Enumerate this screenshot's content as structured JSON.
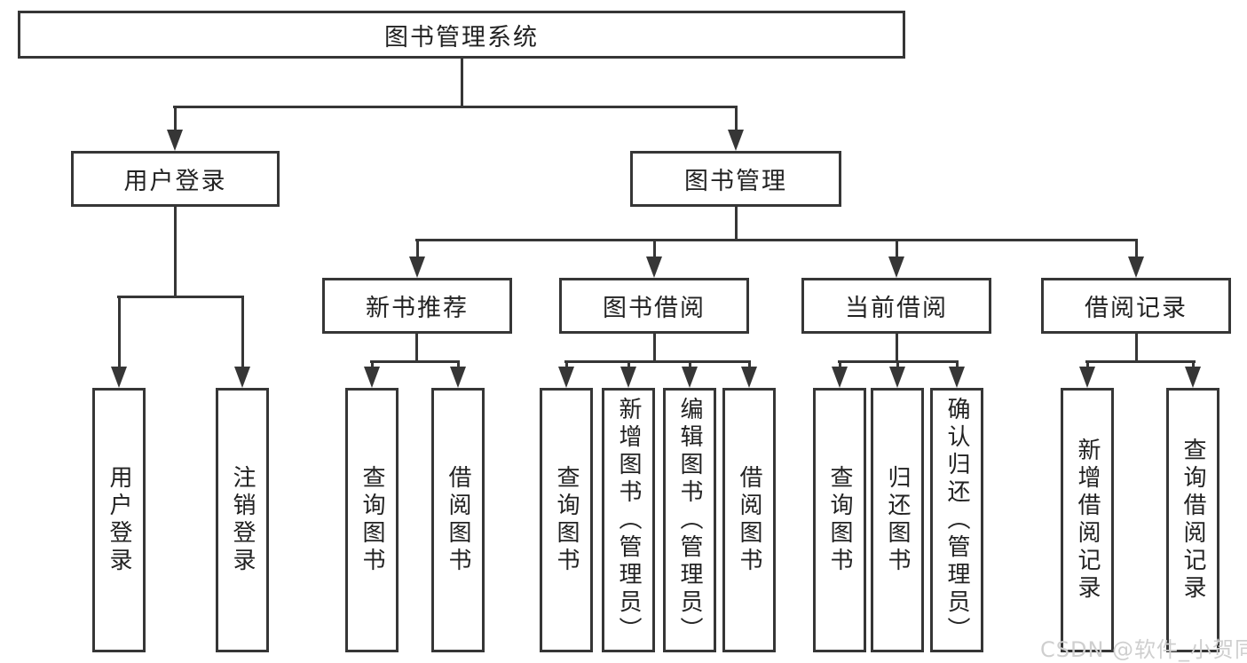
{
  "tree": {
    "label": "图书管理系统",
    "children": [
      {
        "label": "用户登录",
        "children": [
          {
            "label": "用户登录"
          },
          {
            "label": "注销登录"
          }
        ]
      },
      {
        "label": "图书管理",
        "children": [
          {
            "label": "新书推荐",
            "children": [
              {
                "label": "查询图书"
              },
              {
                "label": "借阅图书"
              }
            ]
          },
          {
            "label": "图书借阅",
            "children": [
              {
                "label": "查询图书"
              },
              {
                "label": "新增图书（管理员）"
              },
              {
                "label": "编辑图书（管理员）"
              },
              {
                "label": "借阅图书"
              }
            ]
          },
          {
            "label": "当前借阅",
            "children": [
              {
                "label": "查询图书"
              },
              {
                "label": "归还图书"
              },
              {
                "label": "确认归还（管理员）"
              }
            ]
          },
          {
            "label": "借阅记录",
            "children": [
              {
                "label": "新增借阅记录"
              },
              {
                "label": "查询借阅记录"
              }
            ]
          }
        ]
      }
    ]
  },
  "watermark": {
    "text": "CSDN @软件_小贺同学"
  },
  "colors": {
    "line": "#363636",
    "text": "#222222",
    "watermark": "#cfcfcf",
    "background": "#ffffff"
  }
}
